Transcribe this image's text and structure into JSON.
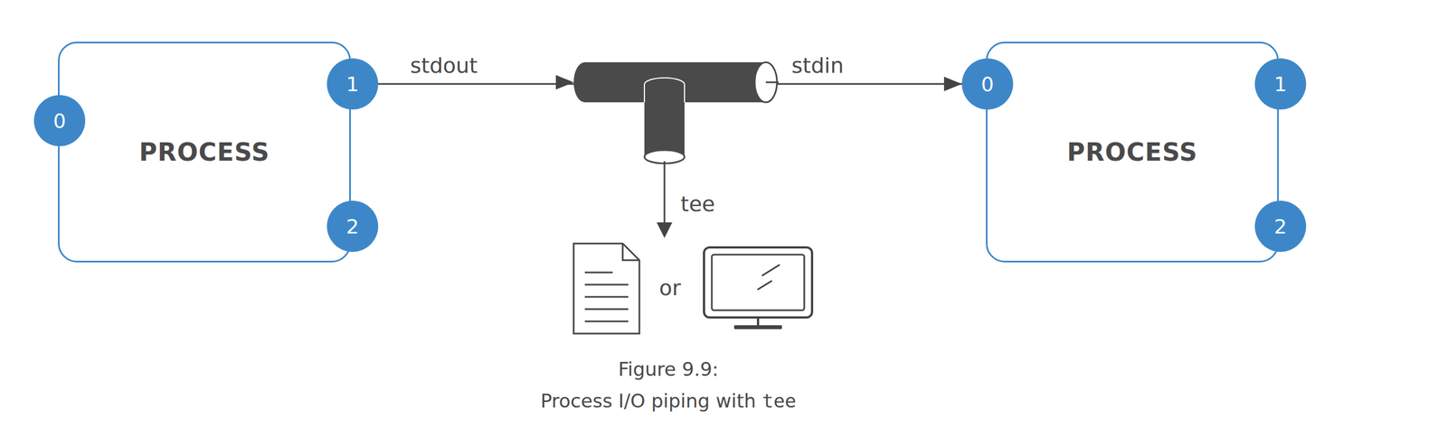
{
  "diagram": {
    "caption": "Figure 9.9: Process I/O piping with tee",
    "nodes": [
      {
        "text": [
          "PROCESS"
        ]
      },
      {
        "text": [
          "0"
        ],
        "in": 0
      },
      {
        "text": [
          "1"
        ],
        "in": 0
      },
      {
        "text": [
          "2"
        ],
        "in": 0
      },
      {
        "text": [
          "PROCESS"
        ]
      },
      {
        "text": [
          "0"
        ],
        "in": 4
      },
      {
        "text": [
          "1"
        ],
        "in": 4
      },
      {
        "text": [
          "2"
        ],
        "in": 4
      }
    ],
    "edges": [
      {
        "from": 2,
        "to": 5,
        "arrow": "to"
      }
    ],
    "labels": [
      "stdout",
      "stdin",
      "tee",
      "or"
    ]
  }
}
